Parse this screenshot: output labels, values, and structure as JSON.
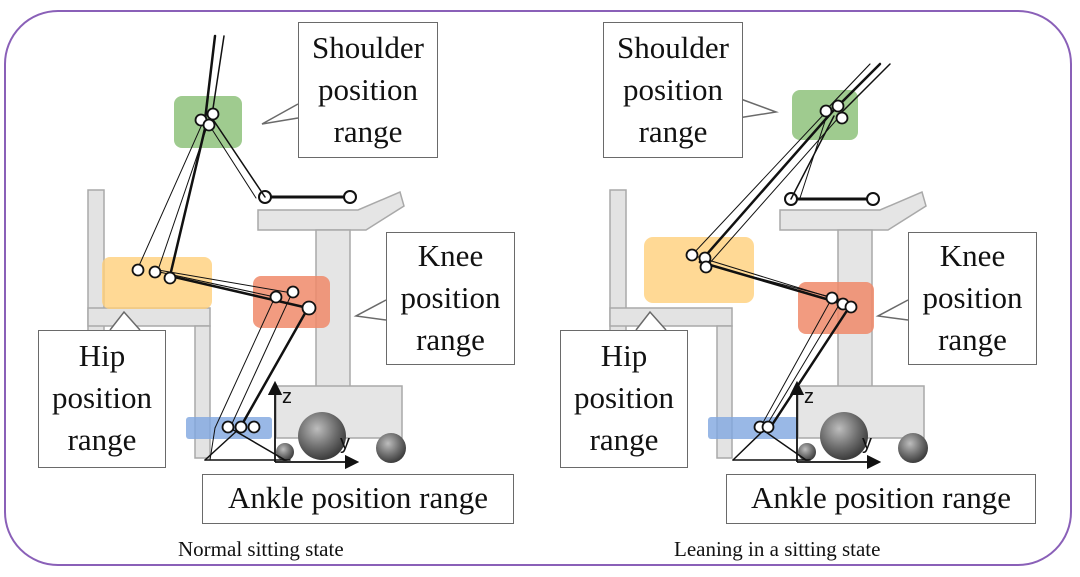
{
  "panels": [
    {
      "caption": "Normal sitting state",
      "shoulder": [
        "Shoulder",
        "position",
        "range"
      ],
      "knee": [
        "Knee",
        "position",
        "range"
      ],
      "hip": [
        "Hip",
        "position",
        "range"
      ],
      "ankle": "Ankle position range",
      "axis_z": "z",
      "axis_y": "y"
    },
    {
      "caption": "Leaning in a sitting state",
      "shoulder": [
        "Shoulder",
        "position",
        "range"
      ],
      "knee": [
        "Knee",
        "position",
        "range"
      ],
      "hip": [
        "Hip",
        "position",
        "range"
      ],
      "ankle": "Ankle position range",
      "axis_z": "z",
      "axis_y": "y"
    }
  ],
  "colors": {
    "frame": "#8a60b8",
    "shoulder_zone": "#7fba6a",
    "hip_zone": "#ffcf7a",
    "knee_zone": "#f08a6a",
    "ankle_zone": "#7fa6e0",
    "chair": "#e2e2e2",
    "machine": "#e4e4e4"
  },
  "icons": {
    "joint": "joint-marker-icon",
    "wheel": "wheel-icon"
  }
}
